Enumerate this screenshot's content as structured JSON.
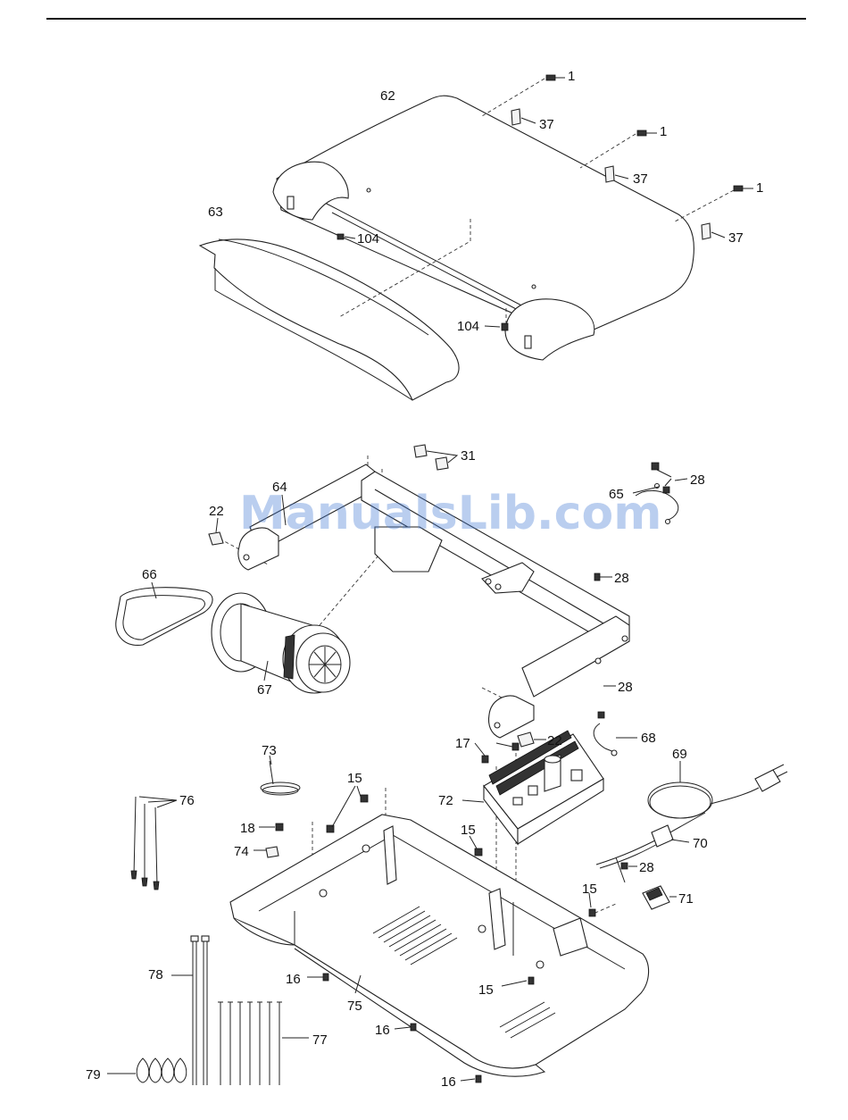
{
  "watermark": "ManualsLib.com",
  "labels": {
    "l62": "62",
    "l63": "63",
    "l1a": "1",
    "l1b": "1",
    "l1c": "1",
    "l37a": "37",
    "l37b": "37",
    "l37c": "37",
    "l104a": "104",
    "l104b": "104",
    "l31": "31",
    "l64": "64",
    "l22a": "22",
    "l22b": "22",
    "l28a": "28",
    "l28b": "28",
    "l28c": "28",
    "l28d": "28",
    "l65": "65",
    "l66": "66",
    "l67": "67",
    "l68": "68",
    "l17": "17",
    "l72": "72",
    "l73": "73",
    "l69": "69",
    "l15a": "15",
    "l15b": "15",
    "l15c": "15",
    "l15d": "15",
    "l76": "76",
    "l18": "18",
    "l74": "74",
    "l70": "70",
    "l71": "71",
    "l78": "78",
    "l16a": "16",
    "l16b": "16",
    "l16c": "16",
    "l75": "75",
    "l77": "77",
    "l79": "79"
  }
}
